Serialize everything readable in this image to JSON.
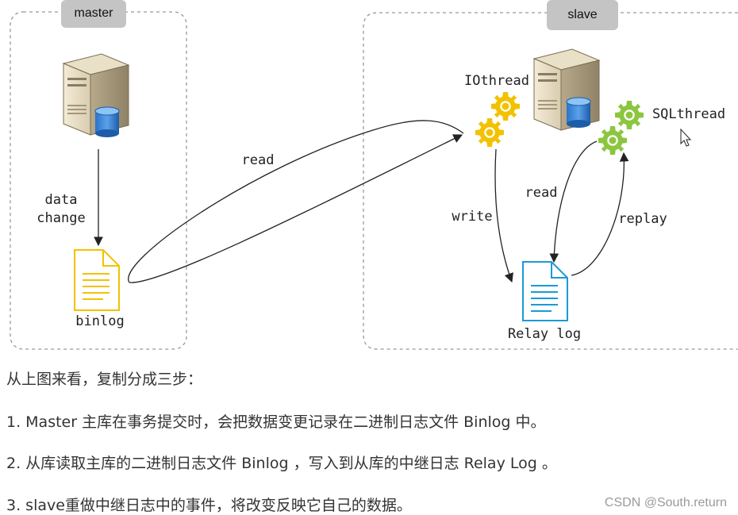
{
  "master": {
    "label": "master",
    "data_change_line1": "data",
    "data_change_line2": "change",
    "file_label": "binlog"
  },
  "slave": {
    "label": "slave",
    "io_thread": "IOthread",
    "sql_thread": "SQLthread",
    "write_label": "write",
    "read_label": "read",
    "replay_label": "replay",
    "file_label": "Relay log"
  },
  "link": {
    "read_label": "read"
  },
  "text": {
    "intro": "从上图来看，复制分成三步：",
    "steps": [
      "1. Master 主库在事务提交时，会把数据变更记录在二进制日志文件 Binlog 中。",
      "2. 从库读取主库的二进制日志文件 Binlog ，写入到从库的中继日志 Relay Log 。",
      "3. slave重做中继日志中的事件，将改变反映它自己的数据。"
    ]
  },
  "watermark": "CSDN @South.return",
  "colors": {
    "binlog_file": "#f2c200",
    "relay_file": "#1a9ad6",
    "io_gear": "#f2c200",
    "sql_gear": "#8cc63f",
    "tab_bg": "#c4c4c4"
  },
  "icons": [
    "server-icon",
    "database-icon",
    "file-icon",
    "gear-icon",
    "cursor-icon"
  ]
}
